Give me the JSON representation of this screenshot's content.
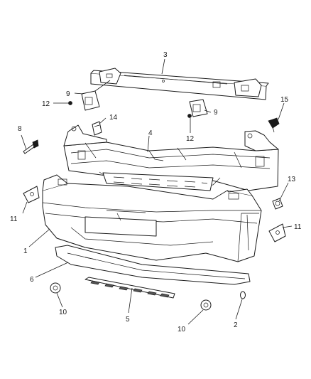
{
  "callouts": {
    "c1": "1",
    "c2": "2",
    "c3": "3",
    "c4": "4",
    "c5": "5",
    "c6": "6",
    "c8": "8",
    "c9a": "9",
    "c9b": "9",
    "c10a": "10",
    "c10b": "10",
    "c11a": "11",
    "c11b": "11",
    "c12a": "12",
    "c12b": "12",
    "c13": "13",
    "c14": "14",
    "c15": "15"
  },
  "colors": {
    "line": "#1a1a1a",
    "background": "#ffffff",
    "shade": "#555555"
  }
}
